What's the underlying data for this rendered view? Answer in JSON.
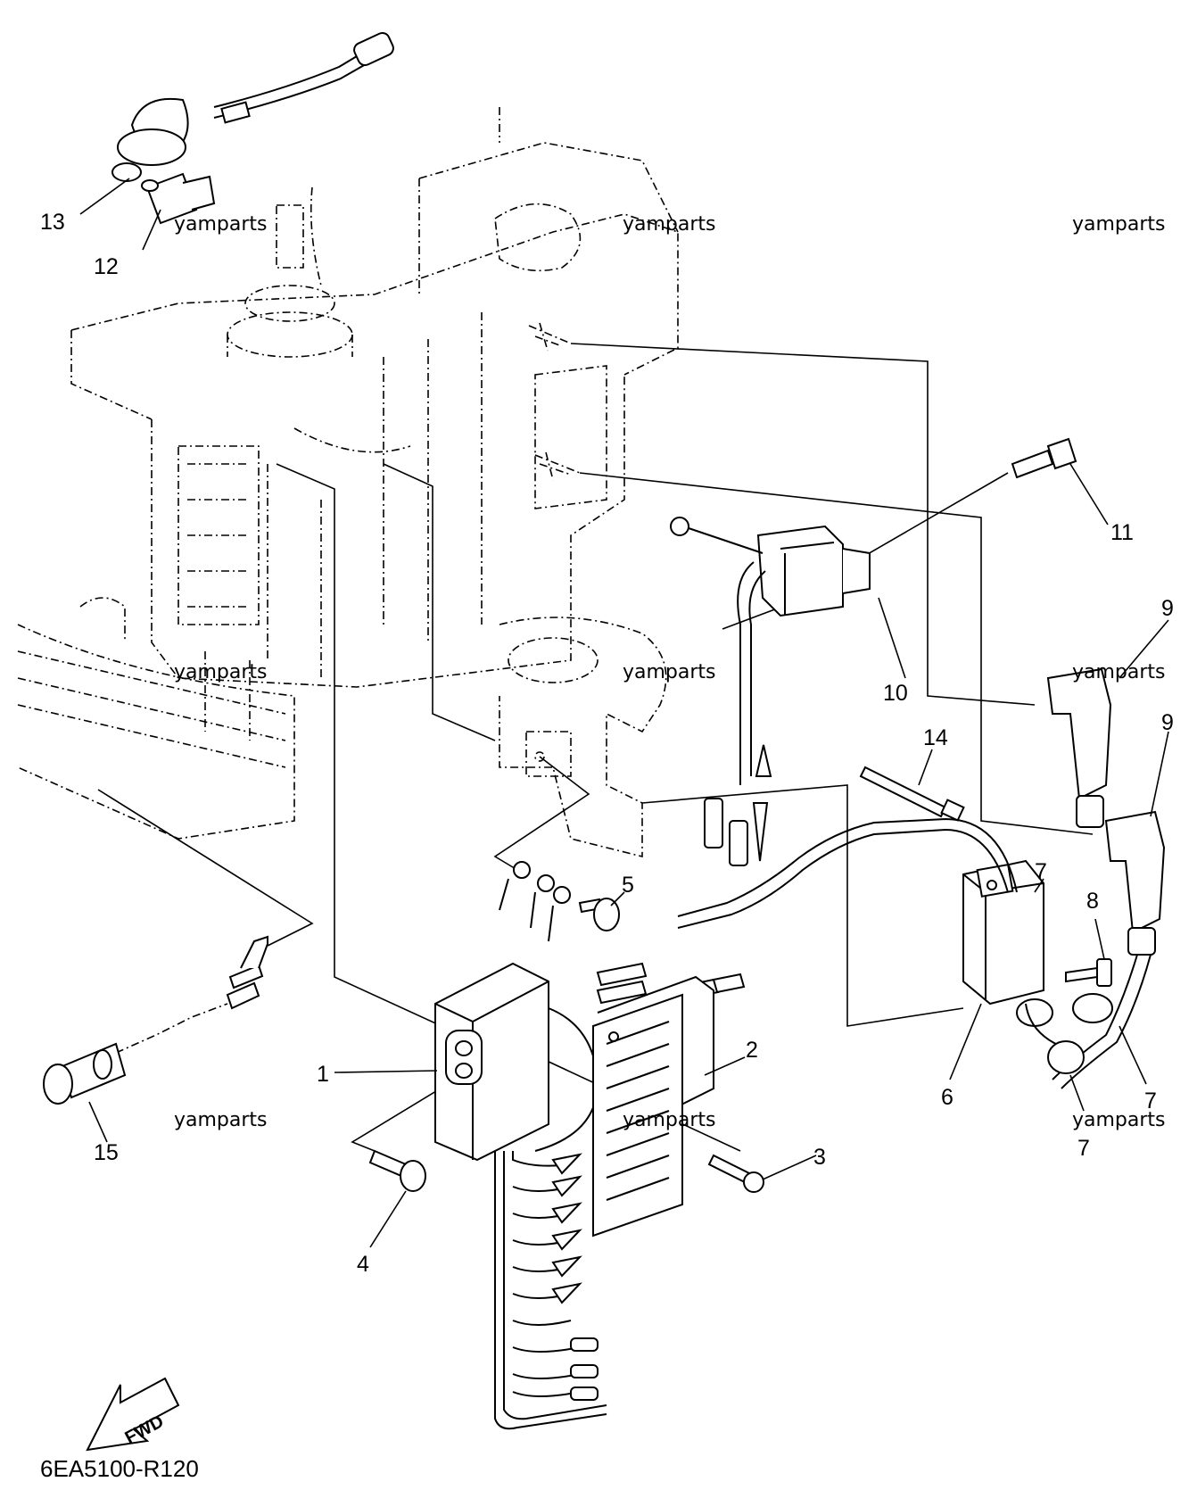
{
  "callouts": [
    "13",
    "12",
    "11",
    "10",
    "9",
    "9",
    "14",
    "5",
    "7",
    "8",
    "2",
    "1",
    "6",
    "7",
    "7",
    "3",
    "15",
    "4"
  ],
  "watermarks": [
    "yamparts",
    "yamparts",
    "yamparts",
    "yamparts",
    "yamparts",
    "yamparts",
    "yamparts",
    "yamparts",
    "yamparts"
  ],
  "fwd_label": "FWD",
  "diagram_code": "6EA5100-R120"
}
